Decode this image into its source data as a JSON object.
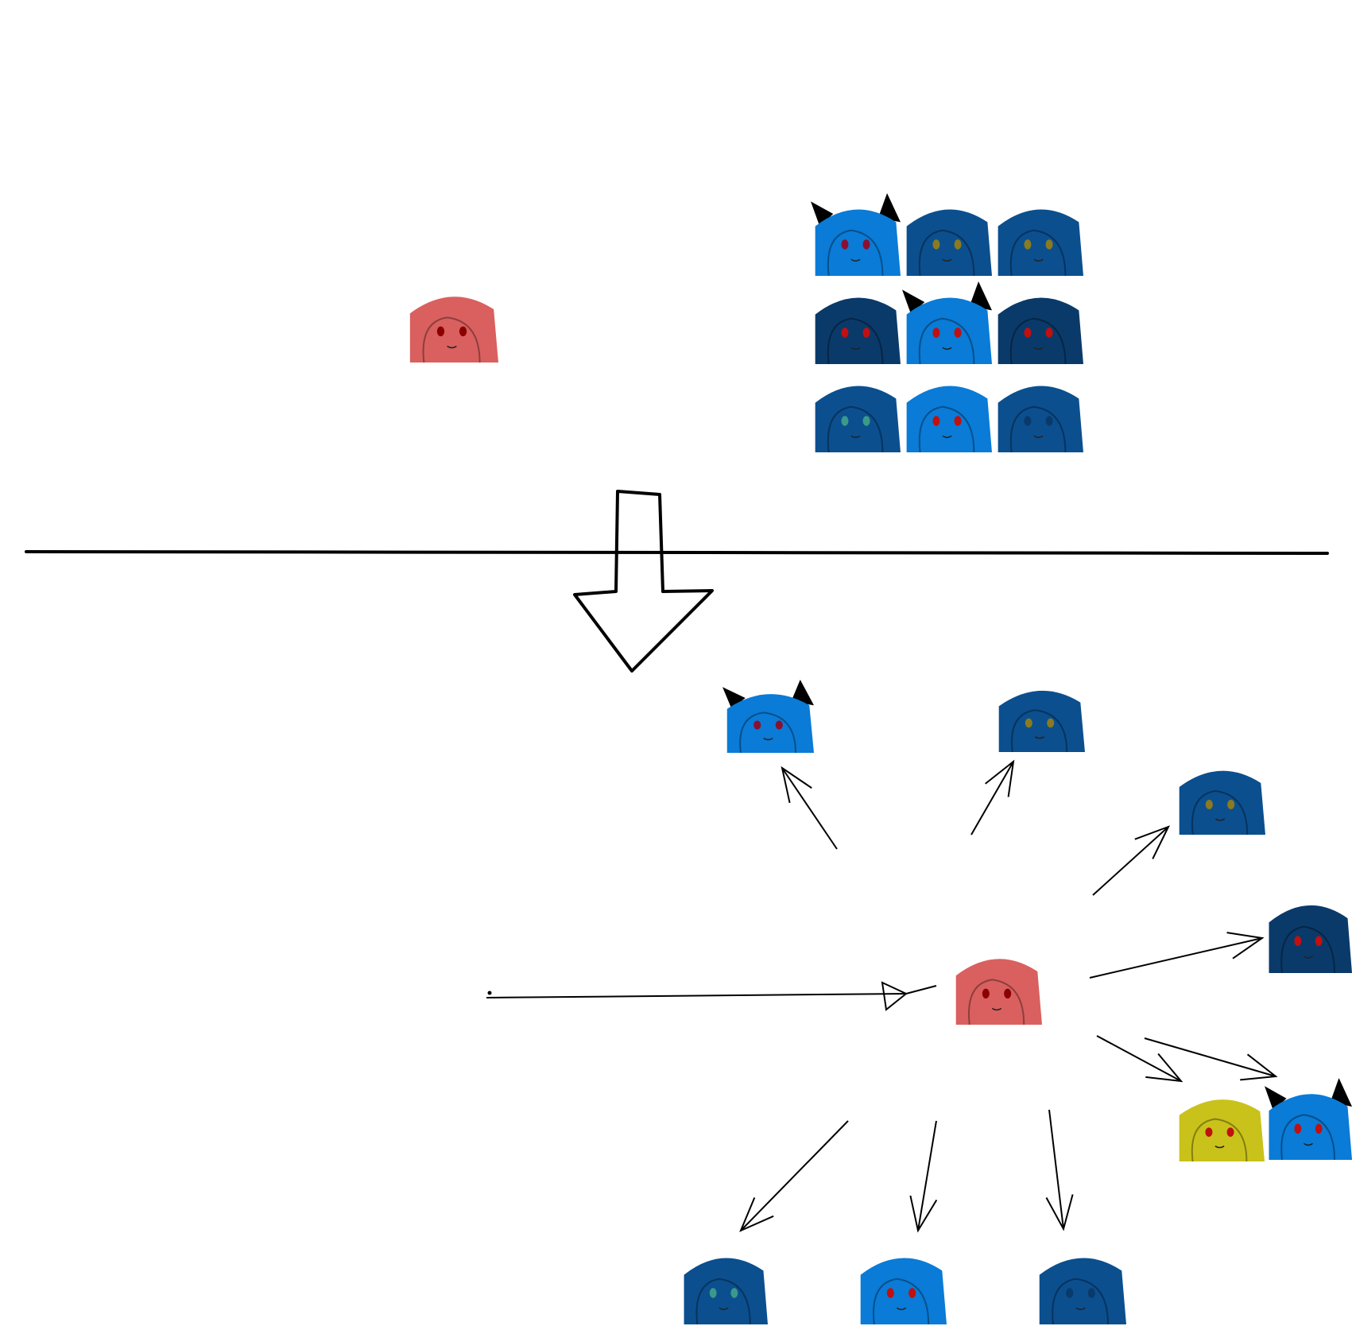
{
  "colors": {
    "source": "#d9605f",
    "target_blue": "#0a7bd6",
    "target_dark": "#0b4f8f",
    "target_navy": "#0a3a6a",
    "target_yellow": "#c9c21a",
    "ink": "#000000"
  },
  "top_panel": {
    "source_character": {
      "color": "source",
      "eyes": "#8b0000"
    },
    "gallery": [
      {
        "color": "target_blue",
        "ears": true,
        "eyes": "#8b1030"
      },
      {
        "color": "target_dark",
        "ears": false,
        "eyes": "#8a7a20"
      },
      {
        "color": "target_dark",
        "ears": false,
        "eyes": "#8a7a20"
      },
      {
        "color": "target_navy",
        "ears": false,
        "eyes": "#c01010"
      },
      {
        "color": "target_blue",
        "ears": true,
        "eyes": "#c01010"
      },
      {
        "color": "target_navy",
        "ears": false,
        "eyes": "#c01010"
      },
      {
        "color": "target_dark",
        "ears": false,
        "eyes": "#3a9a8a"
      },
      {
        "color": "target_blue",
        "ears": false,
        "eyes": "#c01010"
      },
      {
        "color": "target_dark",
        "ears": false,
        "eyes": "#0a3a6a"
      }
    ]
  },
  "bottom_panel": {
    "hub": {
      "color": "source",
      "eyes": "#8b0000"
    },
    "outputs": [
      {
        "color": "target_blue",
        "ears": true,
        "eyes": "#8b1030"
      },
      {
        "color": "target_dark",
        "ears": false,
        "eyes": "#8a7a20"
      },
      {
        "color": "target_dark",
        "ears": false,
        "eyes": "#8a7a20"
      },
      {
        "color": "target_navy",
        "ears": false,
        "eyes": "#c01010"
      },
      {
        "color": "target_yellow",
        "ears": false,
        "eyes": "#c01010"
      },
      {
        "color": "target_blue",
        "ears": true,
        "eyes": "#c01010"
      },
      {
        "color": "target_dark",
        "ears": false,
        "eyes": "#3a9a8a"
      },
      {
        "color": "target_blue",
        "ears": false,
        "eyes": "#c01010"
      },
      {
        "color": "target_dark",
        "ears": false,
        "eyes": "#0a3a6a"
      }
    ]
  }
}
